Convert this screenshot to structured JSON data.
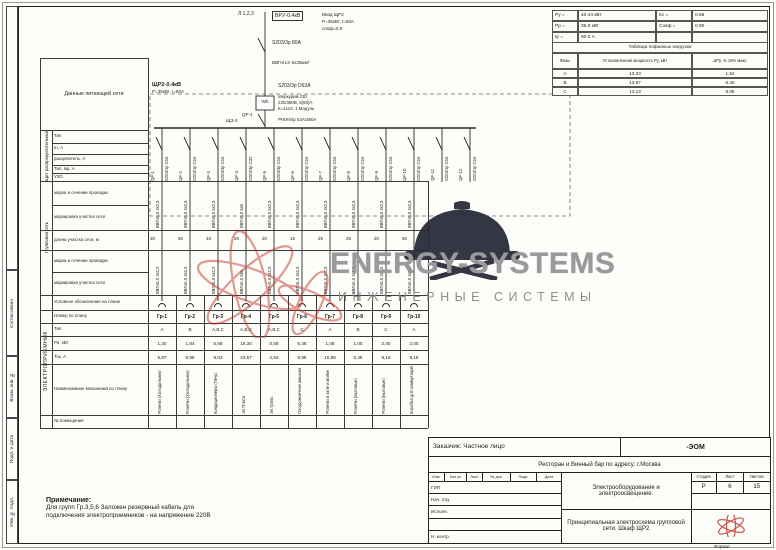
{
  "frame": {
    "format_label": "Формат"
  },
  "side_stamp": {
    "s1": "Согласовано",
    "s2": "Взам. инв. №",
    "s3": "Подп. и дата",
    "s4": "Инв. № подл."
  },
  "params": {
    "p1k": "Ру =",
    "p1v": "40.44 кВт",
    "p1k2": "Кс =",
    "p1v2": "0.86",
    "p2k": "Рр =",
    "p2v": "35.0 кВт",
    "p2k2": "Cosф =",
    "p2v2": "0.90",
    "p3k": "Iр =",
    "p3v": "60.0 А",
    "p3k2": "",
    "p3v2": "",
    "table_title": "Таблица пофазных нагрузок",
    "h1": "Фазы",
    "h2": "Установленная мощность Ру, кВт",
    "h3": "ΔРу, % 15% макс",
    "rows": [
      {
        "f": "А",
        "p": "13.33",
        "d": "1.52"
      },
      {
        "f": "В",
        "p": "13.97",
        "d": "6.40"
      },
      {
        "f": "С",
        "p": "13.13",
        "d": "8.08"
      }
    ]
  },
  "feeder": {
    "lines": "Л.1,2,3",
    "vru": "ВРУ-0.4кВ",
    "in1": "Ввод ЩР2",
    "in2": "Р=35кВт, I=60А",
    "in3": "cosф=0.9",
    "qf_top": "S203/3p 80А",
    "cable_in": "ВВГнгLS 5х25мм²",
    "panel": "ЩР2-0.4кВ",
    "panel2": "Р=35кВт, I=60А",
    "qf_main": "S203/3p D63А",
    "meter1": "Меркурий-230",
    "meter2": "220/380В, 5(60)А",
    "meter3": "К=1х10, 1 Модуль",
    "wh": "Wh",
    "qf1": "QF-1",
    "bus": "ЩЗ-2",
    "relay": "РН0Н/4р 63А/380А"
  },
  "left": {
    "supply": "Данные питающей сети",
    "strip1": "Щит распределительный",
    "strip2": "Групповая сеть",
    "strip3": "ЭЛЕКТРОПРИЕМНИК",
    "b1": "Тип",
    "b2": "Iн, А",
    "b3": "расцепитель, А",
    "b4": "Тип, Iкр, А",
    "b5": "УЗО",
    "b6": "марка и сечение проводки",
    "b7": "маркировка участка сети",
    "b8": "длина участка сети, м",
    "b9": "марка и сечение проводки",
    "b10": "маркировка участка сети",
    "b11": "Условное обозначение на плане",
    "b12": "Номер по плану",
    "b13": "Тип",
    "b14": "Рн, кВт",
    "b15": "Ток, А",
    "b16": "Наименование механизма по плану",
    "b17": "№ помещения"
  },
  "groups": [
    {
      "qf": "QF-1",
      "breaker": "S203/1p C16",
      "cable": "ВВГнгLS 3х2,5",
      "len": "30",
      "name": "Гр-1",
      "phase": "А",
      "pn": "1,20",
      "tok": "5,87",
      "load": "Розетки (Холодильник)",
      "room": ""
    },
    {
      "qf": "QF-2",
      "breaker": "S203/1p C16",
      "cable": "ВВГнгLS 3х2,5",
      "len": "50",
      "name": "Гр-2",
      "phase": "В",
      "pn": "1,84",
      "tok": "8,99",
      "load": "Розетки (Холодильник)",
      "room": ""
    },
    {
      "qf": "QF-3",
      "breaker": "S203/3p C16",
      "cable": "ВВГнгLS 5х2,5",
      "len": "33",
      "name": "Гр-3",
      "phase": "А,В,С",
      "pn": "5,68",
      "tok": "9,03",
      "load": "Кондиционеры (Печь)",
      "room": ""
    },
    {
      "qf": "QF-4",
      "breaker": "S203/3p C32",
      "cable": "ВВГнгLS 5х6",
      "len": "25",
      "name": "Гр-4",
      "phase": "А,В,С",
      "pn": "16,30",
      "tok": "23,57",
      "load": "Эл.Плита",
      "room": ""
    },
    {
      "qf": "QF-5",
      "breaker": "S203/3p C16",
      "cable": "ВВГнгLS 5х2,5",
      "len": "20",
      "name": "Гр-5",
      "phase": "А,В,С",
      "pn": "0,58",
      "tok": "2,64",
      "load": "Эл.Гриль",
      "room": ""
    },
    {
      "qf": "QF-6",
      "breaker": "S203/1p C16",
      "cable": "ВВГнгLS 3х2,5",
      "len": "15",
      "name": "Гр-6",
      "phase": "С",
      "pn": "5,48",
      "tok": "8,95",
      "load": "Посудомоечная машина",
      "room": ""
    },
    {
      "qf": "QF-7",
      "breaker": "S203/1p C16",
      "cable": "ВВГнгLS 3х2,5",
      "len": "25",
      "name": "Гр-7",
      "phase": "А",
      "pn": "1,08",
      "tok": "15,88",
      "load": "Розетки в зале и мойке",
      "room": ""
    },
    {
      "qf": "QF-8",
      "breaker": "S203/1p C16",
      "cable": "ВВГнгLS 3х2,5",
      "len": "25",
      "name": "Гр-8",
      "phase": "В",
      "pn": "1,00",
      "tok": "5,45",
      "load": "Розетки (Бытовые)",
      "room": ""
    },
    {
      "qf": "QF-9",
      "breaker": "S203/1p C16",
      "cable": "ВВГнгLS 3х2,5",
      "len": "20",
      "name": "Гр-9",
      "phase": "С",
      "pn": "2,00",
      "tok": "9,18",
      "load": "Розетки (Бытовые)",
      "room": ""
    },
    {
      "qf": "QF-10",
      "breaker": "S203/1p C16",
      "cable": "ВВГнгLS 3х2,5",
      "len": "50",
      "name": "Гр-10",
      "phase": "А",
      "pn": "2,00",
      "tok": "9,18",
      "load": "Коробка для коммутаций",
      "room": ""
    }
  ],
  "spares": [
    {
      "qf": "QF-11",
      "breaker": "S203/1p C16"
    },
    {
      "qf": "QF-12",
      "breaker": "S203/1p C16"
    }
  ],
  "watermark": {
    "title": "ENERGY-SYSTEMS",
    "subtitle": "ИНЖЕНЕРНЫЕ СИСТЕМЫ",
    "accent": "#c0392b",
    "text_color": "#9a9a9c"
  },
  "note": {
    "title": "Примечание:",
    "line1": "Для групп Гр.3,5,6 Заложен резервный кабель для",
    "line2": "подключения электроприемников - на напряжение 220В"
  },
  "titleblock": {
    "customer": "Заказчик: Частное лицо",
    "code": "-ЭОМ",
    "object": "Ресторан и Винный бар по адресу: г.Москва",
    "cols": [
      "Изм.",
      "Кол.уч",
      "Лист",
      "№ док.",
      "Подп.",
      "Дата"
    ],
    "roles": [
      "ГИП",
      "Нач. отд.",
      "Исполн.",
      "",
      "Н. контр."
    ],
    "doc": "Электрооборудование и электроосвещение.",
    "stage_h": [
      "Стадия",
      "Лист",
      "Листов"
    ],
    "stage_v": [
      "Р",
      "6",
      "15"
    ],
    "title": "Принципиальная электросхема групповой сети. Шкаф ЩР2"
  }
}
